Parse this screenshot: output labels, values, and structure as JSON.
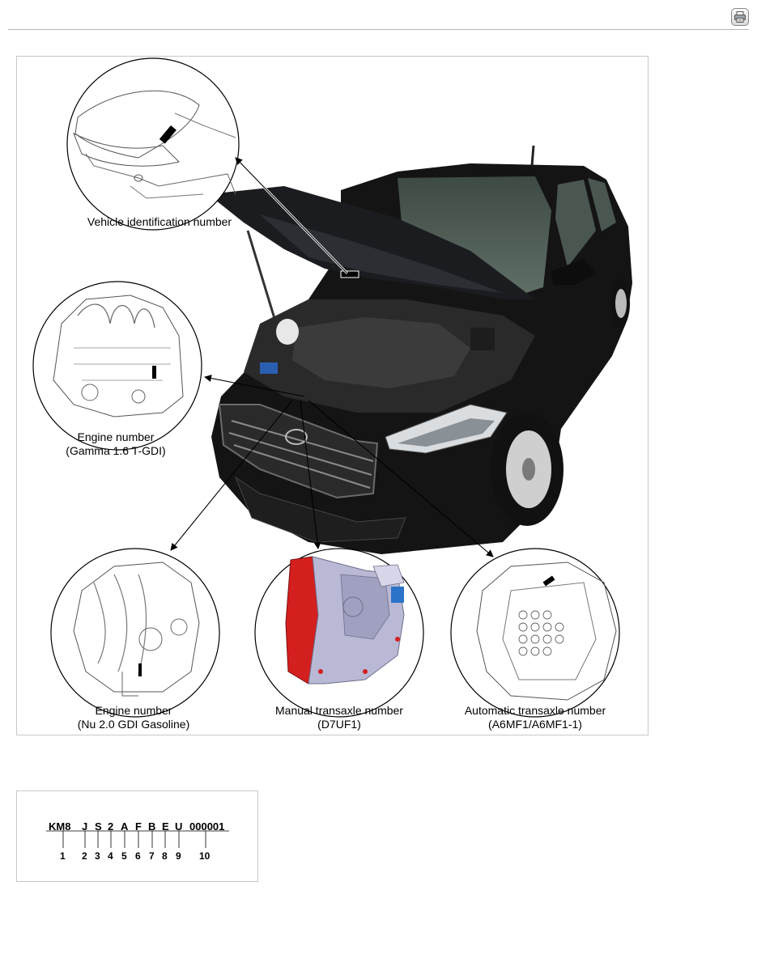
{
  "header": {
    "print_icon": "printer-icon"
  },
  "figure": {
    "callouts": {
      "vin": [
        "Vehicle identification number"
      ],
      "engine_gamma": [
        "Engine number",
        "(Gamma 1.6 T-GDI)"
      ],
      "engine_nu": [
        "Engine number",
        "(Nu 2.0 GDI Gasoline)"
      ],
      "manual": [
        "Manual transaxle number",
        "(D7UF1)"
      ],
      "automatic": [
        "Automatic transaxle number",
        "(A6MF1/A6MF1-1)"
      ]
    }
  },
  "vin_diagram": {
    "characters": [
      "KM8",
      "J",
      "S",
      "2",
      "A",
      "F",
      "B",
      "E",
      "U",
      "000001"
    ],
    "positions": [
      "1",
      "2",
      "3",
      "4",
      "5",
      "6",
      "7",
      "8",
      "9",
      "10"
    ]
  },
  "colors": {
    "car_body": "#141414",
    "manual_transaxle_accent": "#d41f1f",
    "manual_transaxle_body": "#b9b9d6",
    "sensor_blue": "#2a73c9"
  }
}
